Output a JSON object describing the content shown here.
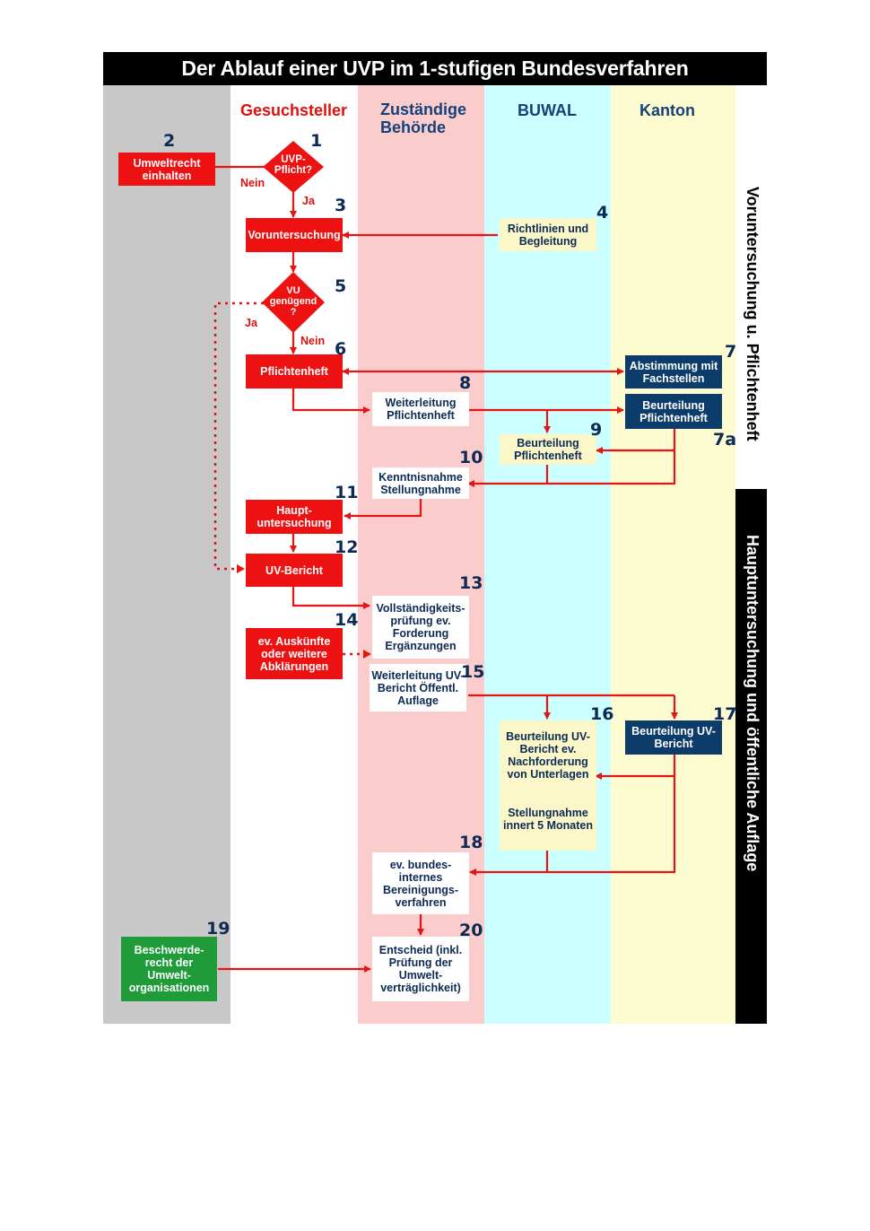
{
  "title": "Der Ablauf einer UVP im 1-stufigen Bundesverfahren",
  "lanes": {
    "gesuchsteller": "Gesuchsteller",
    "behoerde": "Zuständige Behörde",
    "buwal": "BUWAL",
    "kanton": "Kanton"
  },
  "phases": {
    "vor": "Voruntersuchung u. Pflichtenheft",
    "haupt": "Hauptuntersuchung und öffentliche Auflage"
  },
  "labels": {
    "ja": "Ja",
    "nein": "Nein"
  },
  "colors": {
    "red": "#ee1111",
    "navy": "#0c3c6a",
    "green": "#1f9b3a",
    "grey": "#c8c8c8",
    "pink": "#fbcccc",
    "cyan": "#ccffff",
    "yellow": "#fdfbd0"
  },
  "steps": {
    "s1": {
      "num": "1",
      "text": "UVP-Pflicht?"
    },
    "s2": {
      "num": "2",
      "text": "Umweltrecht einhalten"
    },
    "s3": {
      "num": "3",
      "text": "Voruntersuchung"
    },
    "s4": {
      "num": "4",
      "text": "Richtlinien und Begleitung"
    },
    "s5": {
      "num": "5",
      "text": "VU genügend ?"
    },
    "s6": {
      "num": "6",
      "text": "Pflichtenheft"
    },
    "s7": {
      "num": "7",
      "text": "Abstimmung mit Fachstellen"
    },
    "s7a": {
      "num": "7a",
      "text": "Beurteilung Pflichtenheft"
    },
    "s8": {
      "num": "8",
      "text": "Weiterleitung Pflichtenheft"
    },
    "s9": {
      "num": "9",
      "text": "Beurteilung Pflichtenheft"
    },
    "s10": {
      "num": "10",
      "text": "Kenntnisnahme Stellungnahme"
    },
    "s11": {
      "num": "11",
      "text": "Haupt-untersuchung"
    },
    "s12": {
      "num": "12",
      "text": "UV-Bericht"
    },
    "s13": {
      "num": "13",
      "text": "Vollständigkeits-prüfung ev. Forderung Ergänzungen"
    },
    "s14": {
      "num": "14",
      "text": "ev. Auskünfte oder weitere Abklärungen"
    },
    "s15": {
      "num": "15",
      "text": "Weiterleitung UV-Bericht Öffentl. Auflage"
    },
    "s16": {
      "num": "16",
      "text": "Beurteilung UV-Bericht ev. Nachforderung von Unterlagen",
      "text2": "Stellungnahme innert 5 Monaten"
    },
    "s17": {
      "num": "17",
      "text": "Beurteilung UV-Bericht"
    },
    "s18": {
      "num": "18",
      "text": "ev. bundes-internes Bereinigungs-verfahren"
    },
    "s19": {
      "num": "19",
      "text": "Beschwerde-recht der Umwelt-organisationen"
    },
    "s20": {
      "num": "20",
      "text": "Entscheid (inkl. Prüfung der Umwelt-verträglichkeit)"
    }
  }
}
